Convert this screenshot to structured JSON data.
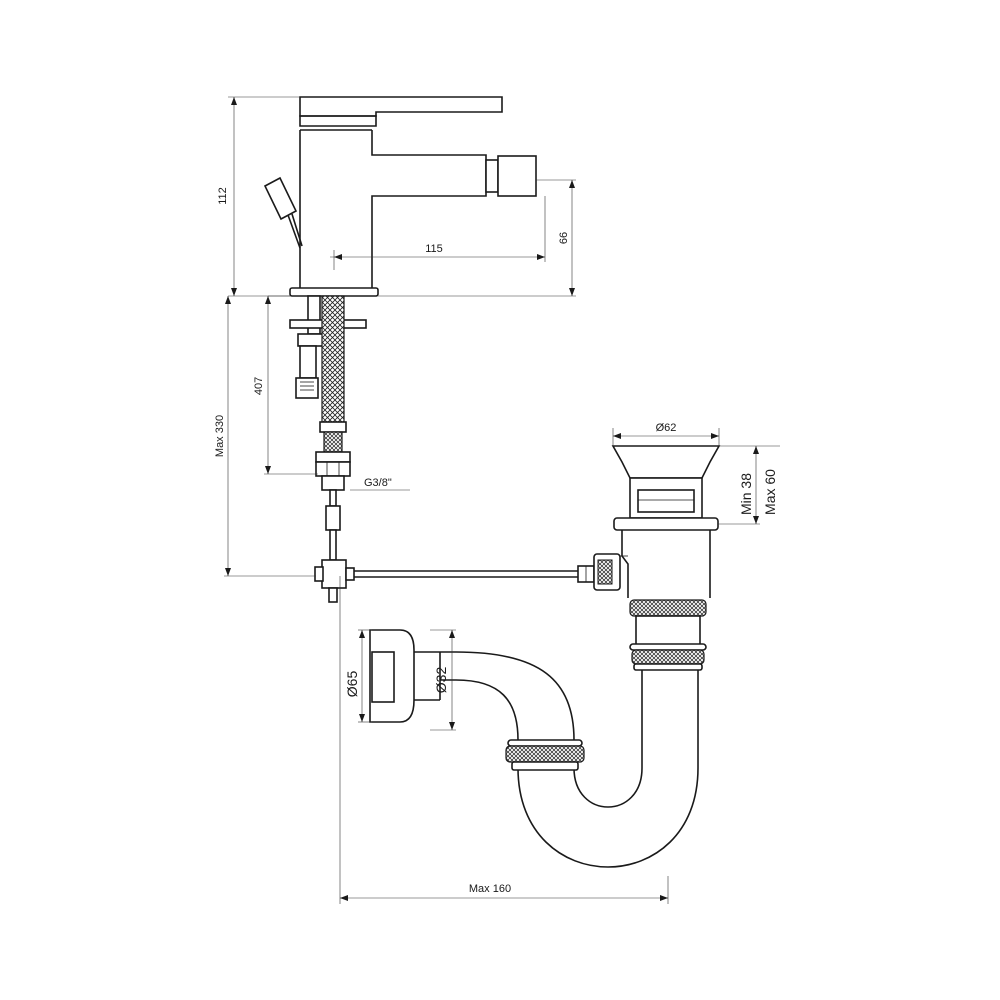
{
  "dimensions": {
    "faucet_height": "112",
    "spout_height": "66",
    "spout_reach": "115",
    "hose_length": "407",
    "connection_thread": "G3/8\"",
    "max_drop": "Max 330",
    "waste_diameter": "Ø62",
    "waste_min": "Min 38",
    "waste_max": "Max 60",
    "outlet_diameter": "Ø65",
    "pipe_diameter": "Ø32",
    "trap_depth": "Max 160"
  }
}
